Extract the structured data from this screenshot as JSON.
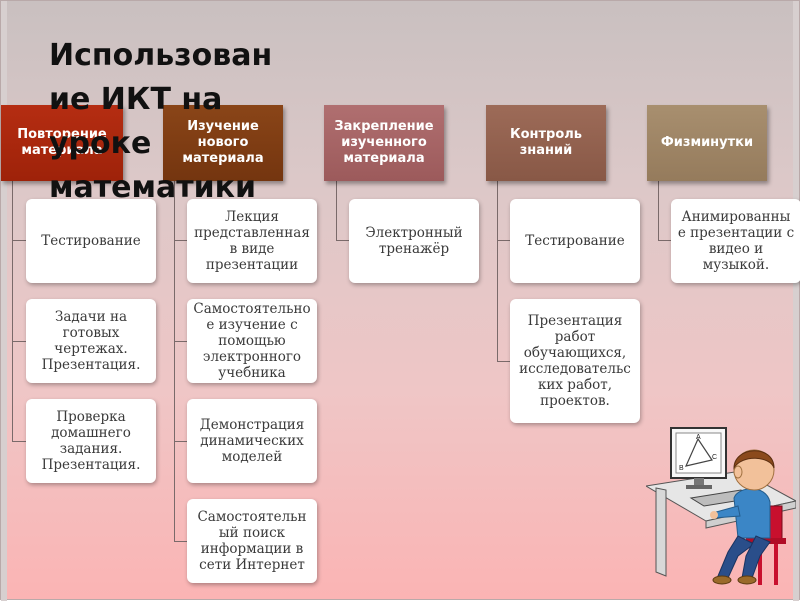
{
  "title": "Использован\nие ИКТ на\nуроке\nматематики",
  "columns": [
    {
      "header": "Повторение\nматериала",
      "items": [
        "Тестирование",
        "Задачи на\nготовых\nчертежах.\nПрезентация.",
        "Проверка\nдомашнего\nзадания.\nПрезентация."
      ]
    },
    {
      "header": "Изучение\nнового\nматериала",
      "items": [
        "Лекция\nпредставленная\nв виде\nпрезентации",
        "Самостоятельно\nе изучение с\nпомощью\nэлектронного\nучебника",
        "Демонстрация\nдинамических\nмоделей",
        "Самостоятельн\nый поиск\nинформации в\nсети Интернет"
      ]
    },
    {
      "header": "Закрепление\nизученного\nматериала",
      "items": [
        "Электронный\nтренажёр"
      ]
    },
    {
      "header": "Контроль\nзнаний",
      "items": [
        "Тестирование",
        "Презентация\nработ\nобучающихся,\nисследовательс\nких работ,\nпроектов."
      ]
    },
    {
      "header": "Физминутки",
      "items": [
        "Анимированны\nе презентации с\nвидео и\nмузыкой."
      ]
    }
  ],
  "clipart_labels": {
    "a": "A",
    "b": "B",
    "c": "C"
  },
  "colors": {
    "header_1": "#b52d12",
    "header_2": "#8a4518",
    "header_3": "#b06f70",
    "header_4": "#9d6b58",
    "header_5": "#a88f6f"
  }
}
